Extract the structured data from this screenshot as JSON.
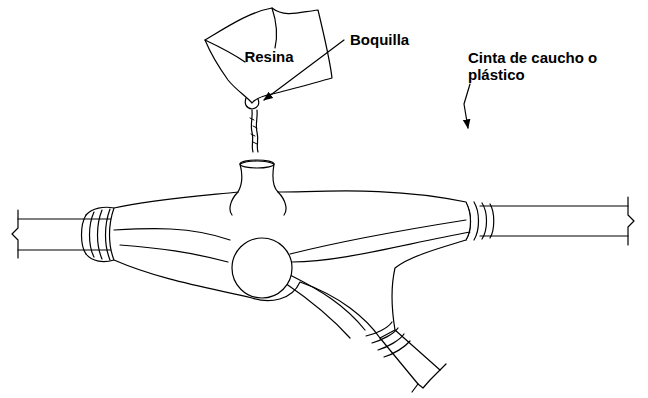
{
  "diagram": {
    "labels": [
      "Resina",
      "Boquilla",
      "Cinta de caucho o plástico"
    ]
  }
}
